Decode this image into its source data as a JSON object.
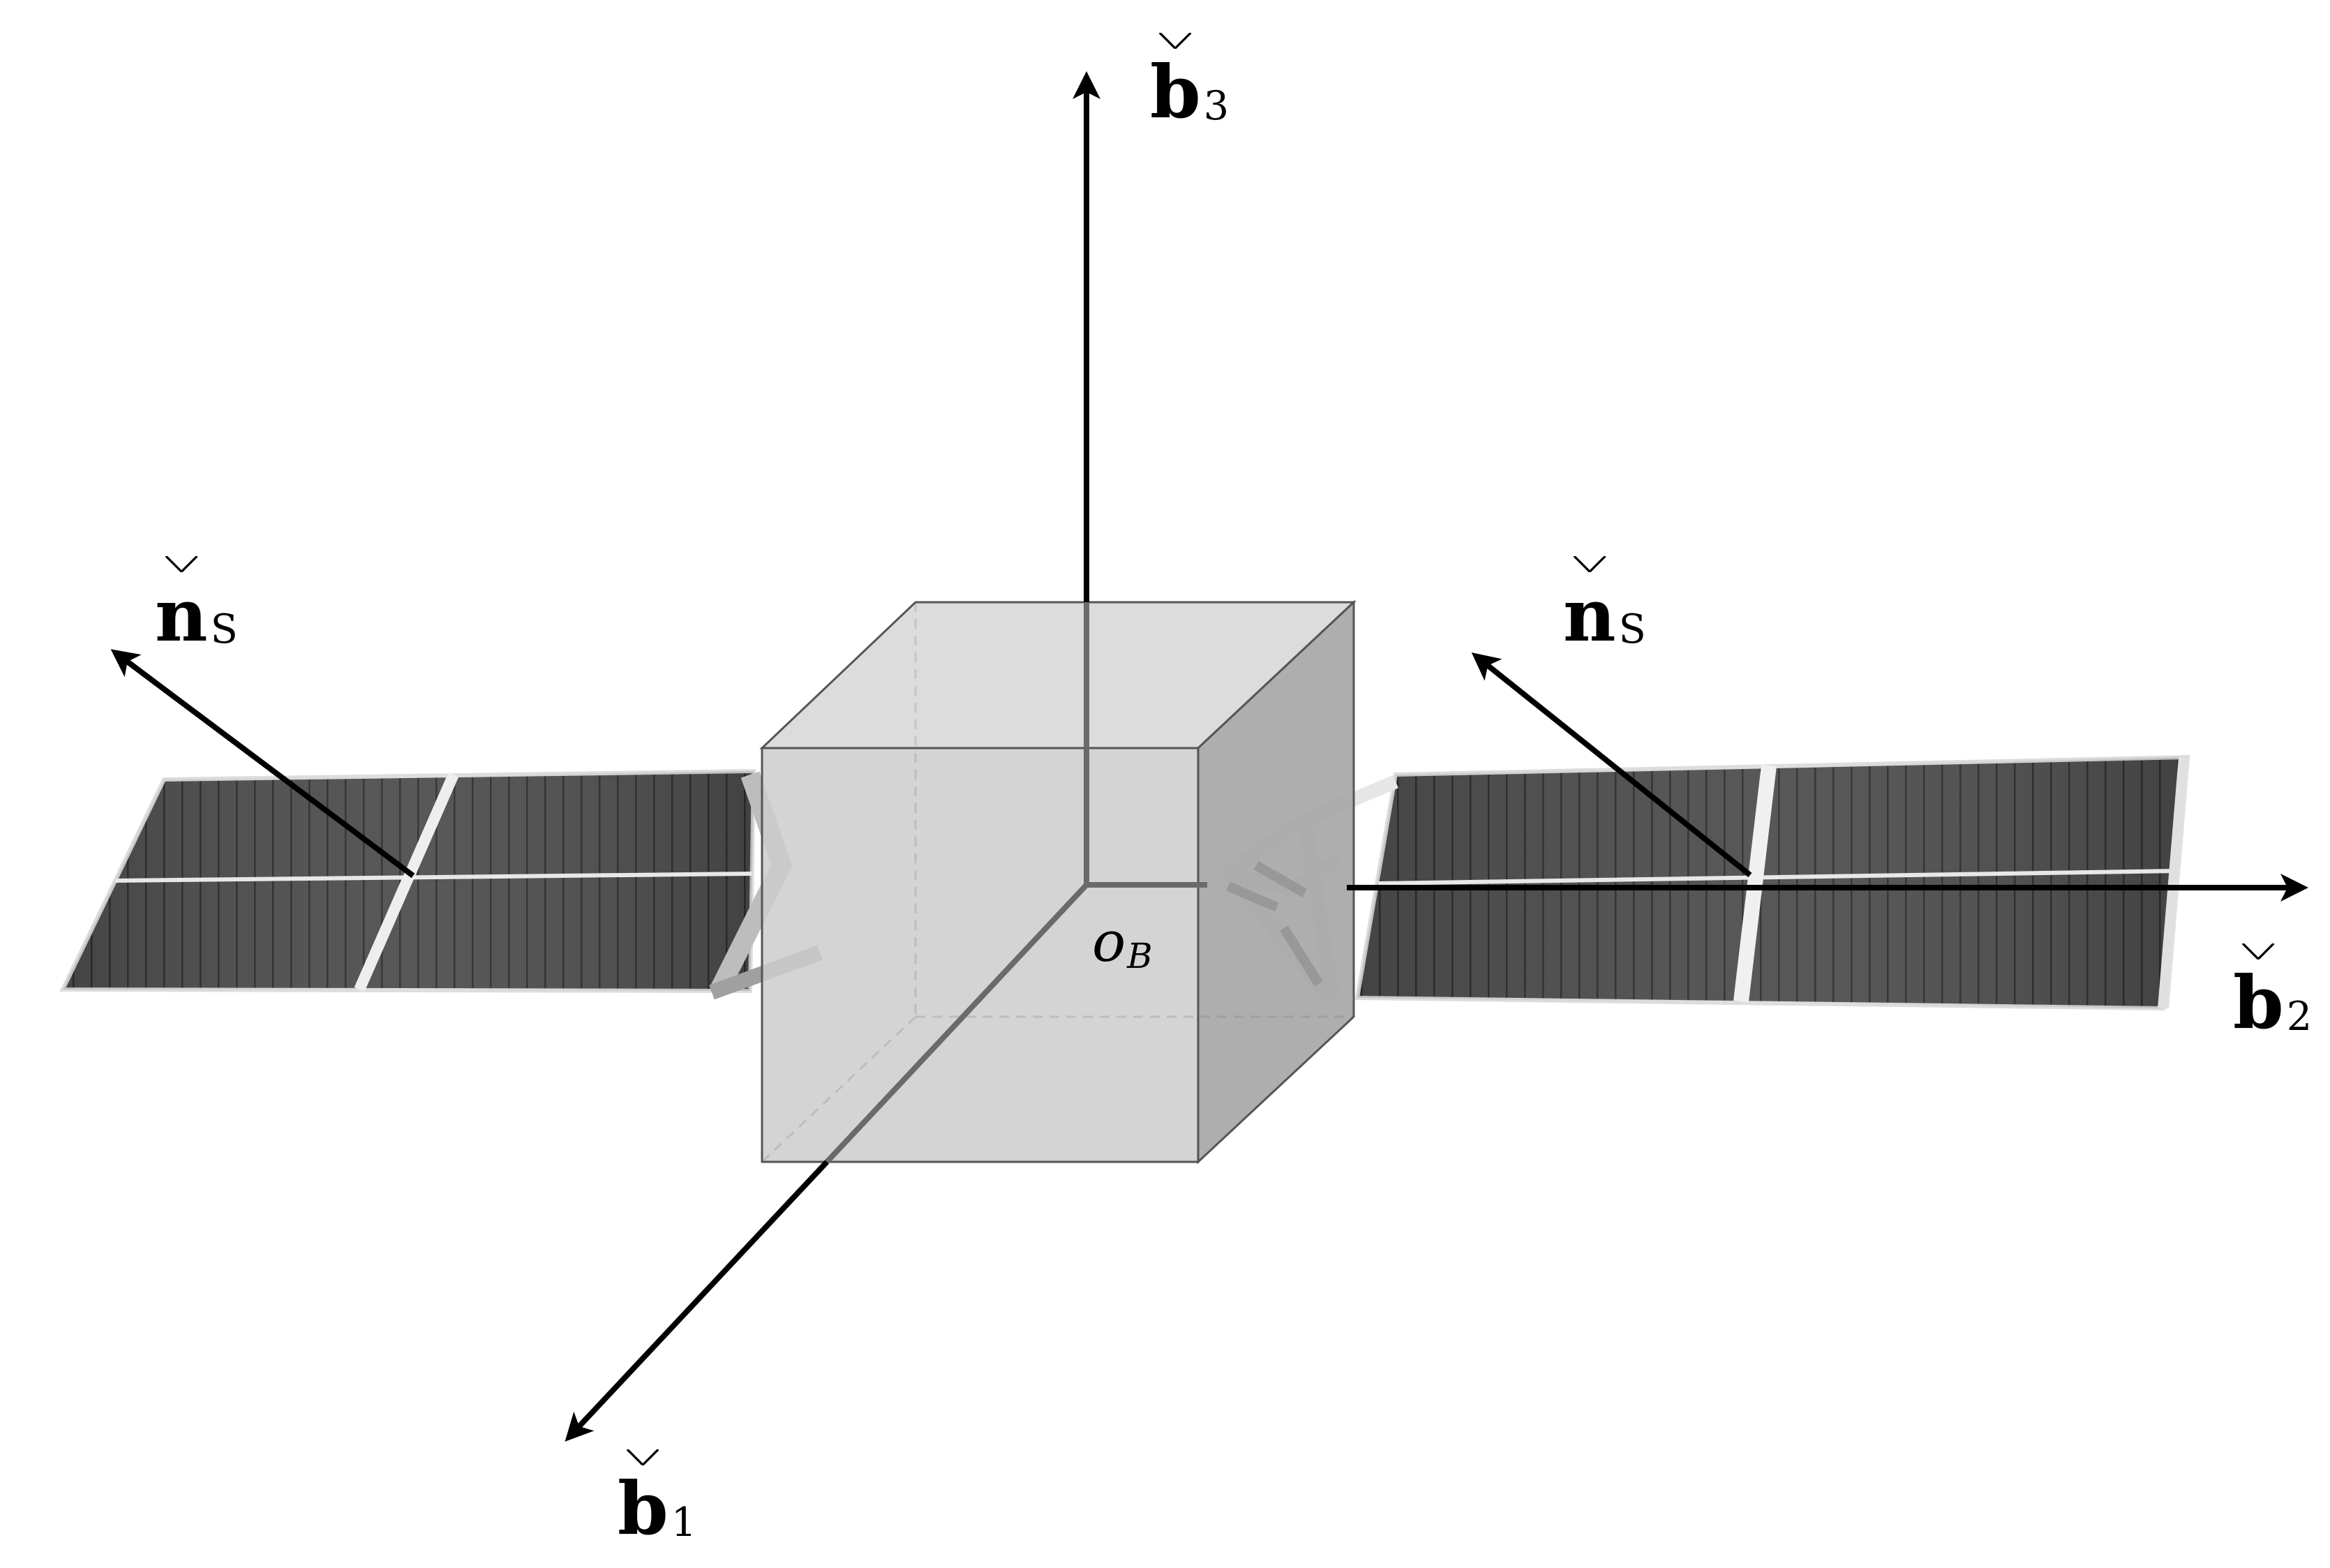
{
  "labels": {
    "b3": {
      "letter": "b",
      "index": "3"
    },
    "b2": {
      "letter": "b",
      "index": "2"
    },
    "b1": {
      "letter": "b",
      "index": "1"
    },
    "ns_left": {
      "letter": "n",
      "index": "S"
    },
    "ns_right": {
      "letter": "n",
      "index": "S"
    },
    "origin": {
      "letter": "o",
      "index": "B"
    }
  },
  "colors": {
    "axis": "#000000",
    "cube_front": "#cfcfcf",
    "cube_top": "#d9d9d9",
    "cube_side": "#a8a8a8",
    "cube_edge": "#555555",
    "panel": "#4a4a4a",
    "panel_line": "#2e2e2e",
    "panel_seam": "#e8e8e8"
  }
}
